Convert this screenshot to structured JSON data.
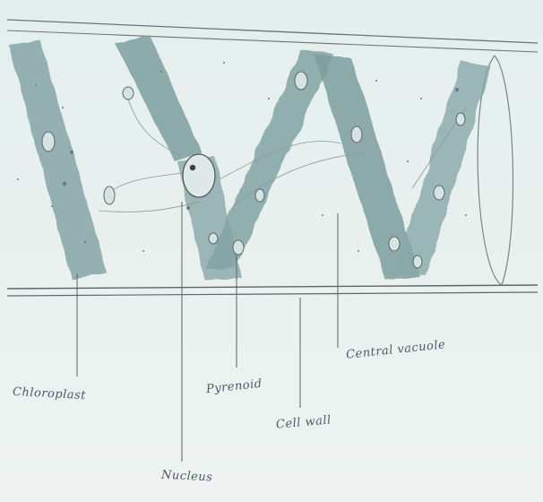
{
  "diagram": {
    "labels": {
      "chloroplast": "Chloroplast",
      "nucleus": "Nucleus",
      "pyrenoid": "Pyrenoid",
      "cell_wall": "Cell wall",
      "central_vacuole": "Central vacuole"
    }
  },
  "colors": {
    "background": "#e9f1ef",
    "chloroplast_fill": "#7fa0a2",
    "outline": "#5e6b72",
    "label_text": "#4a5a6a"
  }
}
